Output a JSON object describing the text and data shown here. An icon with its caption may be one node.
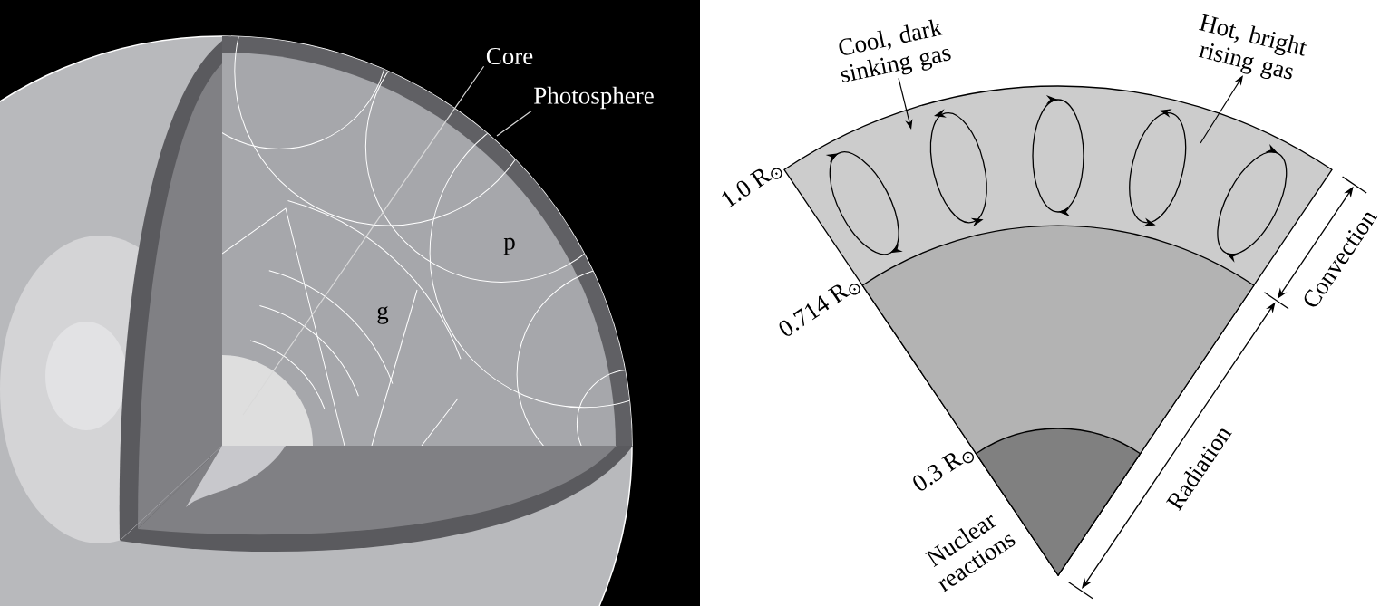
{
  "diagram": {
    "nodes": [
      {
        "text": [
          "Core"
        ]
      },
      {
        "text": [
          "Photosphere"
        ]
      },
      {
        "text": [
          "Cool, dark sinking gas"
        ]
      },
      {
        "text": [
          "Hot, bright rising gas"
        ]
      },
      {
        "text": [],
        "shape": "wedge",
        "beside": [
          "Nuclear reactions"
        ]
      }
    ],
    "edges": [
      {
        "from": 0,
        "to": null,
        "arrow": "none",
        "color": "#d9d9d9"
      },
      {
        "from": 1,
        "to": null,
        "arrow": "none",
        "color": "#d9d9d9"
      },
      {
        "from": 2,
        "to": null,
        "arrow": "to",
        "color": "#000000"
      },
      {
        "from": null,
        "to": 3,
        "arrow": "to",
        "color": "#000000"
      }
    ],
    "labels": [
      "p",
      "g",
      "1.0 R$_{⊙}$",
      "0.714 R$_{⊙}$",
      "0.3 R$_{⊙}$",
      "Convection",
      "Radiation"
    ]
  }
}
